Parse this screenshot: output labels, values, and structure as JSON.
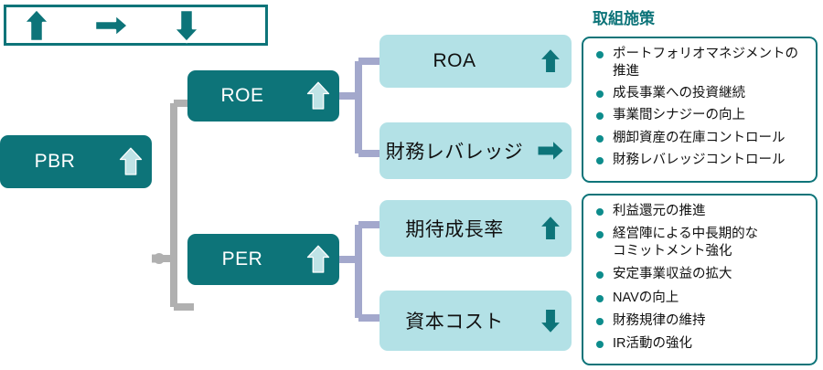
{
  "legend": {
    "name": "arrow-legend",
    "items": [
      {
        "icon": "arrow-up-icon",
        "direction": "up"
      },
      {
        "icon": "arrow-right-icon",
        "direction": "right"
      },
      {
        "icon": "arrow-down-icon",
        "direction": "down"
      }
    ]
  },
  "colors": {
    "teal": "#0d7479",
    "light_cyan": "#b3e1e6",
    "arrow_light": "#bfe3e6",
    "bullet": "#0d8c8c",
    "connector_gray": "#b0b0b0",
    "connector_lavender": "#a3a8cc",
    "white": "#ffffff"
  },
  "tree": {
    "level1": [
      {
        "id": "pbr",
        "label": "PBR",
        "trend": "up",
        "icon": "arrow-up-icon",
        "style": "dark"
      }
    ],
    "level2": [
      {
        "id": "roe",
        "label": "ROE",
        "trend": "up",
        "icon": "arrow-up-icon",
        "style": "dark"
      },
      {
        "id": "per",
        "label": "PER",
        "trend": "up",
        "icon": "arrow-up-icon",
        "style": "dark"
      }
    ],
    "level3": [
      {
        "id": "roa",
        "label": "ROA",
        "trend": "up",
        "icon": "arrow-up-icon",
        "style": "light"
      },
      {
        "id": "lev",
        "label": "財務レバレッジ",
        "trend": "right",
        "icon": "arrow-right-icon",
        "style": "light"
      },
      {
        "id": "grw",
        "label": "期待成長率",
        "trend": "up",
        "icon": "arrow-up-icon",
        "style": "light"
      },
      {
        "id": "cap",
        "label": "資本コスト",
        "trend": "down",
        "icon": "arrow-down-icon",
        "style": "light"
      }
    ]
  },
  "measures": {
    "tab_label": "取組施策",
    "panels": [
      {
        "id": "panel-roe",
        "items": [
          "ポートフォリオマネジメントの推進",
          "成長事業への投資継続",
          "事業間シナジーの向上",
          "棚卸資産の在庫コントロール",
          "財務レバレッジコントロール"
        ]
      },
      {
        "id": "panel-per",
        "items": [
          "利益還元の推進",
          "経営陣による中長期的な\nコミットメント強化",
          "安定事業収益の拡大",
          "NAVの向上",
          "財務規律の維持",
          "IR活動の強化"
        ]
      }
    ]
  }
}
